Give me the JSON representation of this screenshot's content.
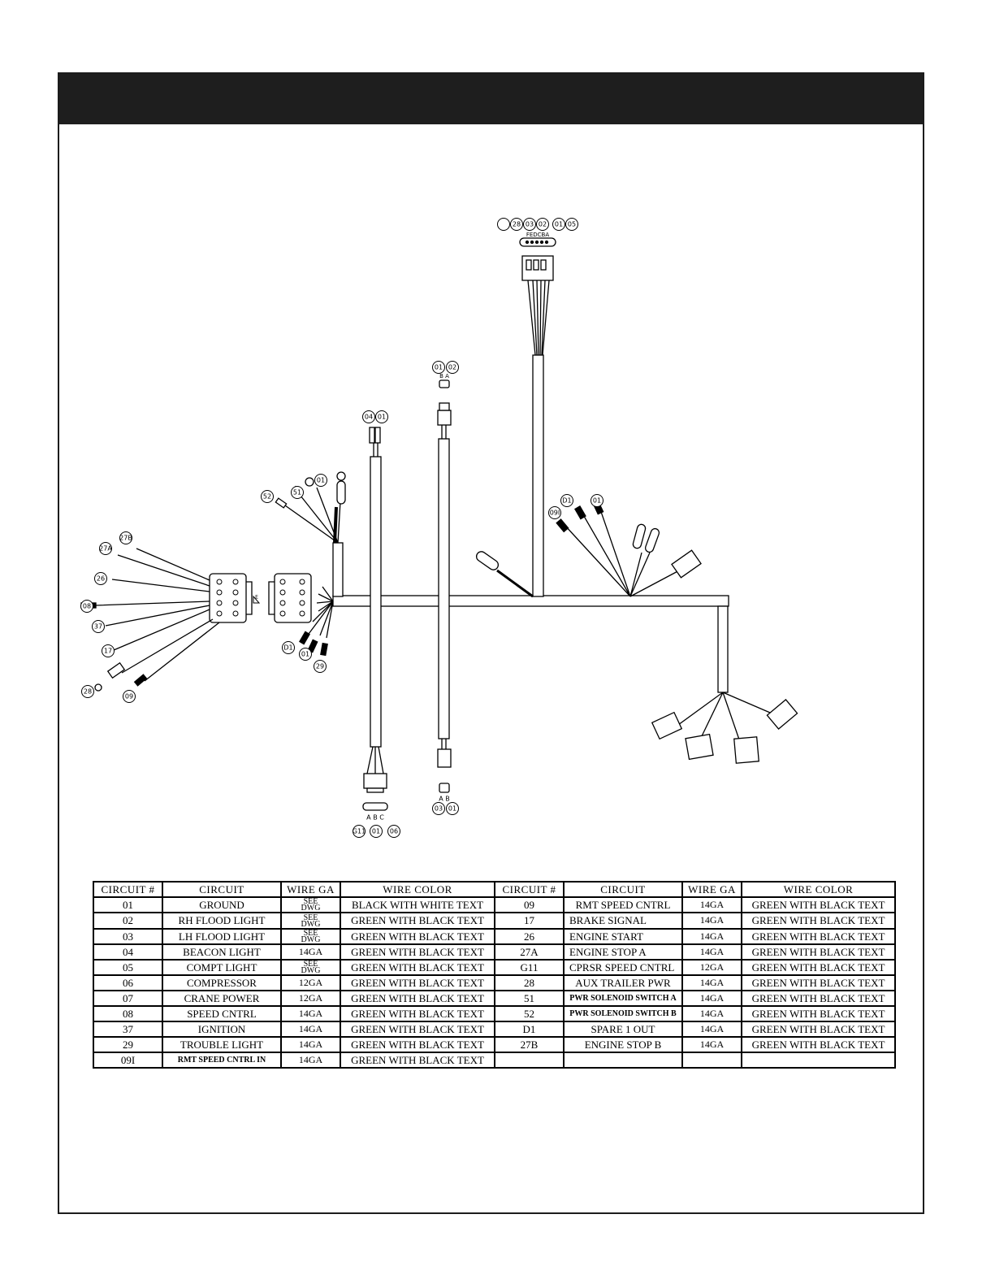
{
  "diagram": {
    "connector_top": {
      "circuits": [
        "",
        "28",
        "03",
        "02",
        "01",
        "05"
      ],
      "pins": "FEDCBA"
    },
    "connector_mid": {
      "circuits": [
        "01",
        "02"
      ],
      "pins": "B A"
    },
    "plug_pair": {
      "circuits": [
        "04",
        "01"
      ]
    },
    "ring_terminals": {
      "circuits": [
        "52",
        "51",
        "01"
      ]
    },
    "left_plug_circuits": [
      "27B",
      "27A",
      "26",
      "08",
      "37",
      "17",
      "28",
      "09"
    ],
    "left_lower_circuits": [
      "D1",
      "01",
      "29"
    ],
    "right_branch_circuits": [
      "09I",
      "D1",
      "01"
    ],
    "bottom_left_connector": {
      "pins": "A B C",
      "circuits": [
        "G11",
        "01",
        "06"
      ]
    },
    "bottom_mid_connector": {
      "pins": "A B",
      "circuits": [
        "03",
        "01"
      ]
    },
    "ground_symbol": "E"
  },
  "table": {
    "headers": [
      "CIRCUIT #",
      "CIRCUIT",
      "WIRE GA",
      "WIRE COLOR",
      "CIRCUIT #",
      "CIRCUIT",
      "WIRE GA",
      "WIRE COLOR"
    ],
    "see_dwg": [
      "SEE",
      "DWG"
    ],
    "rows": [
      {
        "c1": "01",
        "n1": "GROUND",
        "g1": "SEE DWG",
        "w1": "BLACK WITH WHITE TEXT",
        "c2": "09",
        "n2": "RMT SPEED CNTRL",
        "g2": "14GA",
        "w2": "GREEN WITH BLACK TEXT"
      },
      {
        "c1": "02",
        "n1": "RH FLOOD LIGHT",
        "g1": "SEE DWG",
        "w1": "GREEN WITH BLACK TEXT",
        "c2": "17",
        "n2": "BRAKE SIGNAL",
        "g2": "14GA",
        "w2": "GREEN WITH BLACK TEXT"
      },
      {
        "c1": "03",
        "n1": "LH FLOOD LIGHT",
        "g1": "SEE DWG",
        "w1": "GREEN WITH BLACK TEXT",
        "c2": "26",
        "n2": "ENGINE START",
        "g2": "14GA",
        "w2": "GREEN WITH BLACK TEXT"
      },
      {
        "c1": "04",
        "n1": "BEACON LIGHT",
        "g1": "14GA",
        "w1": "GREEN WITH BLACK TEXT",
        "c2": "27A",
        "n2": "ENGINE STOP A",
        "g2": "14GA",
        "w2": "GREEN WITH BLACK TEXT"
      },
      {
        "c1": "05",
        "n1": "COMPT LIGHT",
        "g1": "SEE DWG",
        "w1": "GREEN WITH BLACK TEXT",
        "c2": "G11",
        "n2": "CPRSR SPEED CNTRL",
        "g2": "12GA",
        "w2": "GREEN WITH BLACK TEXT"
      },
      {
        "c1": "06",
        "n1": "COMPRESSOR",
        "g1": "12GA",
        "w1": "GREEN WITH BLACK TEXT",
        "c2": "28",
        "n2": "AUX TRAILER PWR",
        "g2": "14GA",
        "w2": "GREEN WITH BLACK TEXT"
      },
      {
        "c1": "07",
        "n1": "CRANE POWER",
        "g1": "12GA",
        "w1": "GREEN WITH BLACK TEXT",
        "c2": "51",
        "n2": "PWR SOLENOID SWITCH A",
        "g2": "14GA",
        "w2": "GREEN WITH BLACK TEXT"
      },
      {
        "c1": "08",
        "n1": "SPEED CNTRL",
        "g1": "14GA",
        "w1": "GREEN WITH BLACK TEXT",
        "c2": "52",
        "n2": "PWR SOLENOID SWITCH B",
        "g2": "14GA",
        "w2": "GREEN WITH BLACK TEXT"
      },
      {
        "c1": "37",
        "n1": "IGNITION",
        "g1": "14GA",
        "w1": "GREEN WITH BLACK TEXT",
        "c2": "D1",
        "n2": "SPARE 1 OUT",
        "g2": "14GA",
        "w2": "GREEN WITH BLACK TEXT"
      },
      {
        "c1": "29",
        "n1": "TROUBLE LIGHT",
        "g1": "14GA",
        "w1": "GREEN WITH BLACK TEXT",
        "c2": "27B",
        "n2": "ENGINE STOP B",
        "g2": "14GA",
        "w2": "GREEN WITH BLACK TEXT"
      },
      {
        "c1": "09I",
        "n1": "RMT SPEED CNTRL IN",
        "g1": "14GA",
        "w1": "GREEN WITH BLACK TEXT",
        "c2": "",
        "n2": "",
        "g2": "",
        "w2": ""
      }
    ]
  }
}
